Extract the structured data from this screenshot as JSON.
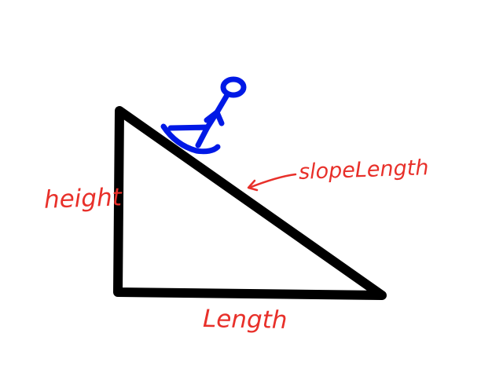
{
  "labels": {
    "height": "height",
    "length": "Length",
    "slope_length": "slopeLength"
  },
  "colors": {
    "triangle": "#000000",
    "skier": "#0019e6",
    "labels": "#e8302a"
  },
  "icons": {
    "skier": "stick-figure-skier",
    "arrow": "pointer-arrow"
  }
}
